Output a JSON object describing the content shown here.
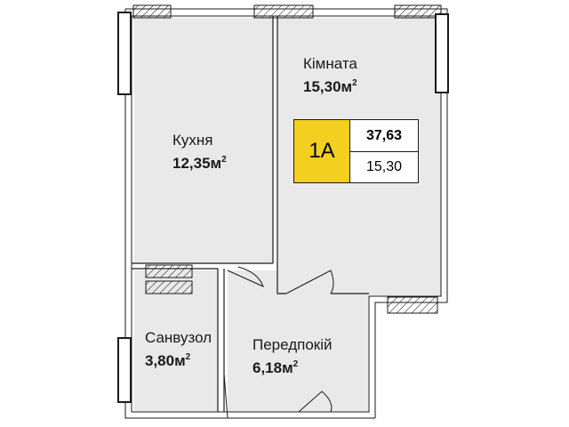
{
  "rooms": {
    "kitchen": {
      "name": "Кухня",
      "area": "12,35м"
    },
    "room": {
      "name": "Кімната",
      "area": "15,30м"
    },
    "bathroom": {
      "name": "Санвузол",
      "area": "3,80м"
    },
    "hall": {
      "name": "Передпокій",
      "area": "6,18м"
    }
  },
  "area_unit_sup": "2",
  "badge": {
    "type": "1А",
    "total_area": "37,63",
    "living_area": "15,30",
    "type_color": "#f3cf1f"
  },
  "colors": {
    "floor": "#e9e9e9",
    "wall": "#1a1a1a",
    "background": "#ffffff"
  }
}
